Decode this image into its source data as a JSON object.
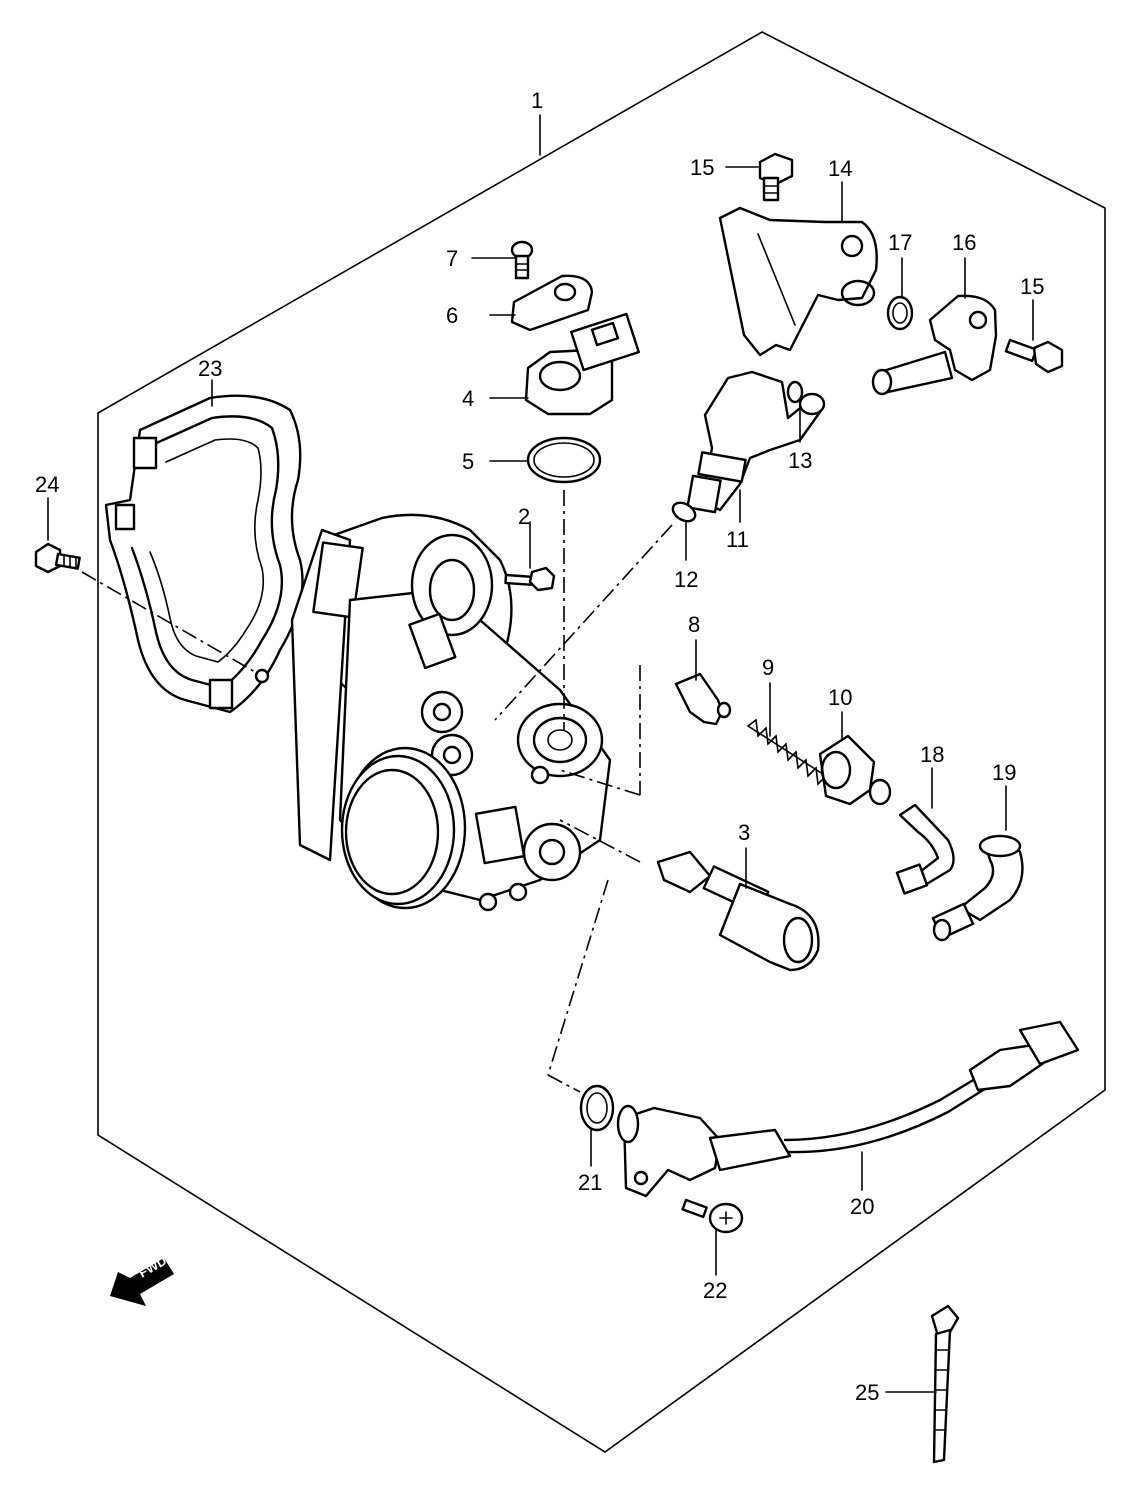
{
  "fwd_label": "FWD",
  "callouts": [
    {
      "id": "1",
      "label": "1"
    },
    {
      "id": "2",
      "label": "2"
    },
    {
      "id": "3",
      "label": "3"
    },
    {
      "id": "4",
      "label": "4"
    },
    {
      "id": "5",
      "label": "5"
    },
    {
      "id": "6",
      "label": "6"
    },
    {
      "id": "7",
      "label": "7"
    },
    {
      "id": "8",
      "label": "8"
    },
    {
      "id": "9",
      "label": "9"
    },
    {
      "id": "10",
      "label": "10"
    },
    {
      "id": "11",
      "label": "11"
    },
    {
      "id": "12",
      "label": "12"
    },
    {
      "id": "13",
      "label": "13"
    },
    {
      "id": "14",
      "label": "14"
    },
    {
      "id": "15a",
      "label": "15"
    },
    {
      "id": "15b",
      "label": "15"
    },
    {
      "id": "16",
      "label": "16"
    },
    {
      "id": "17",
      "label": "17"
    },
    {
      "id": "18",
      "label": "18"
    },
    {
      "id": "19",
      "label": "19"
    },
    {
      "id": "20",
      "label": "20"
    },
    {
      "id": "21",
      "label": "21"
    },
    {
      "id": "22",
      "label": "22"
    },
    {
      "id": "23",
      "label": "23"
    },
    {
      "id": "24",
      "label": "24"
    },
    {
      "id": "25",
      "label": "25"
    }
  ]
}
